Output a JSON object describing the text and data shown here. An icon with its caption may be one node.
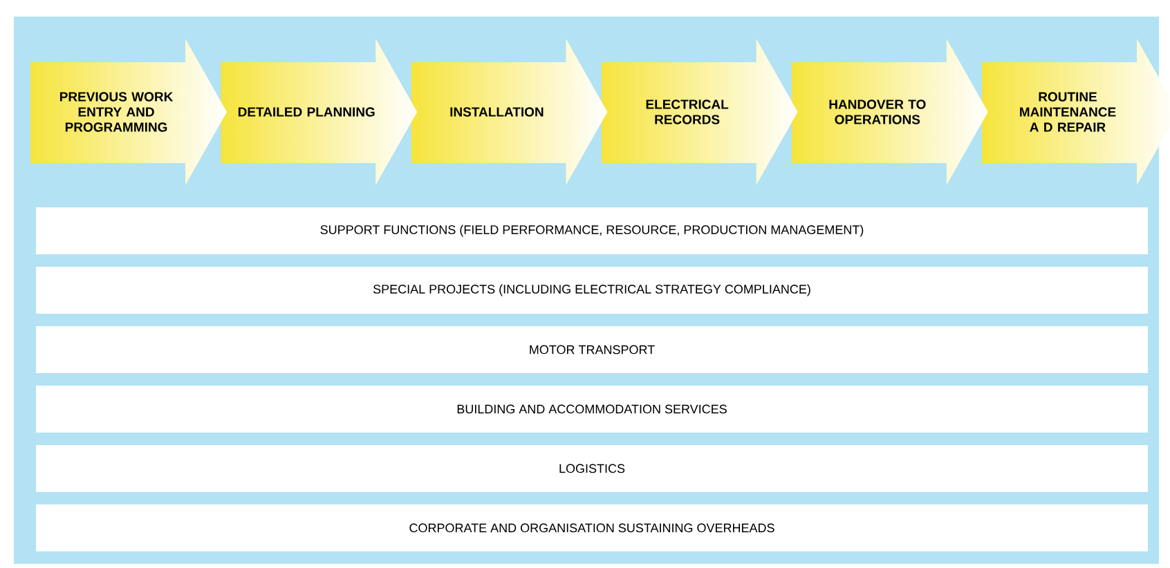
{
  "diagram": {
    "nodes": [
      {
        "text": [
          "PREVIOUS WORK ENTRY AND PROGRAMMING"
        ]
      },
      {
        "text": [
          "DETAILED PLANNING"
        ]
      },
      {
        "text": [
          "INSTALLATION"
        ]
      },
      {
        "text": [
          "ELECTRICAL RECORDS"
        ]
      },
      {
        "text": [
          "HANDOVER TO OPERATIONS"
        ]
      },
      {
        "text": [
          "ROUTINE MAINTENANCE A D REPAIR"
        ]
      },
      {
        "text": [
          "SUPPORT FUNCTIONS (FIELD PERFORMANCE, RESOURCE, PRODUCTION MANAGEMENT)"
        ]
      },
      {
        "text": [
          "SPECIAL PROJECTS (INCLUDING ELECTRICAL STRATEGY COMPLIANCE)"
        ]
      },
      {
        "text": [
          "MOTOR TRANSPORT"
        ]
      },
      {
        "text": [
          "BUILDING AND ACCOMMODATION SERVICES"
        ]
      },
      {
        "text": [
          "LOGISTICS"
        ]
      },
      {
        "text": [
          "CORPORATE AND ORGANISATION SUSTAINING OVERHEADS"
        ]
      }
    ]
  }
}
